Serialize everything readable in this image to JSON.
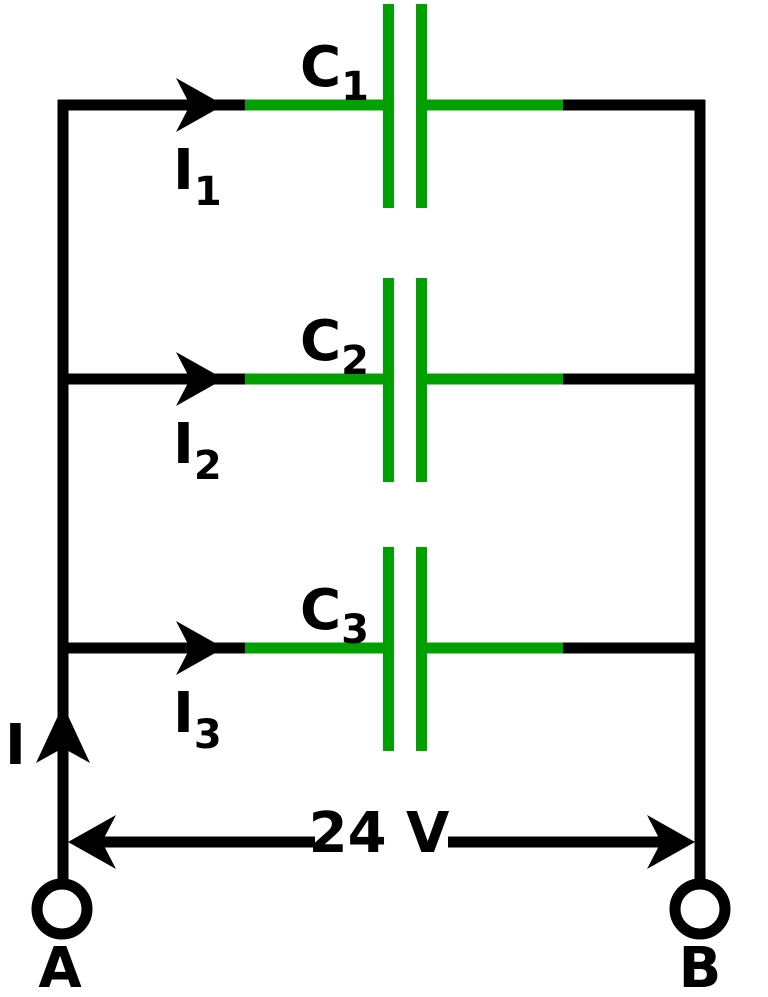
{
  "diagram": {
    "type": "circuit-diagram",
    "description": "Three capacitors connected in parallel between terminals A and B with 24 V across them; total current I splits into branch currents I1, I2, I3",
    "branches": [
      {
        "capacitor_label": {
          "main": "C",
          "sub": "1"
        },
        "current_label": {
          "main": "I",
          "sub": "1"
        }
      },
      {
        "capacitor_label": {
          "main": "C",
          "sub": "2"
        },
        "current_label": {
          "main": "I",
          "sub": "2"
        }
      },
      {
        "capacitor_label": {
          "main": "C",
          "sub": "3"
        },
        "current_label": {
          "main": "I",
          "sub": "3"
        }
      }
    ],
    "total_current_label": "I",
    "voltage_label": "24 V",
    "terminal_left_label": "A",
    "terminal_right_label": "B",
    "colors": {
      "wire": "#000000",
      "capacitor": "#00a000",
      "background": "#ffffff"
    }
  }
}
